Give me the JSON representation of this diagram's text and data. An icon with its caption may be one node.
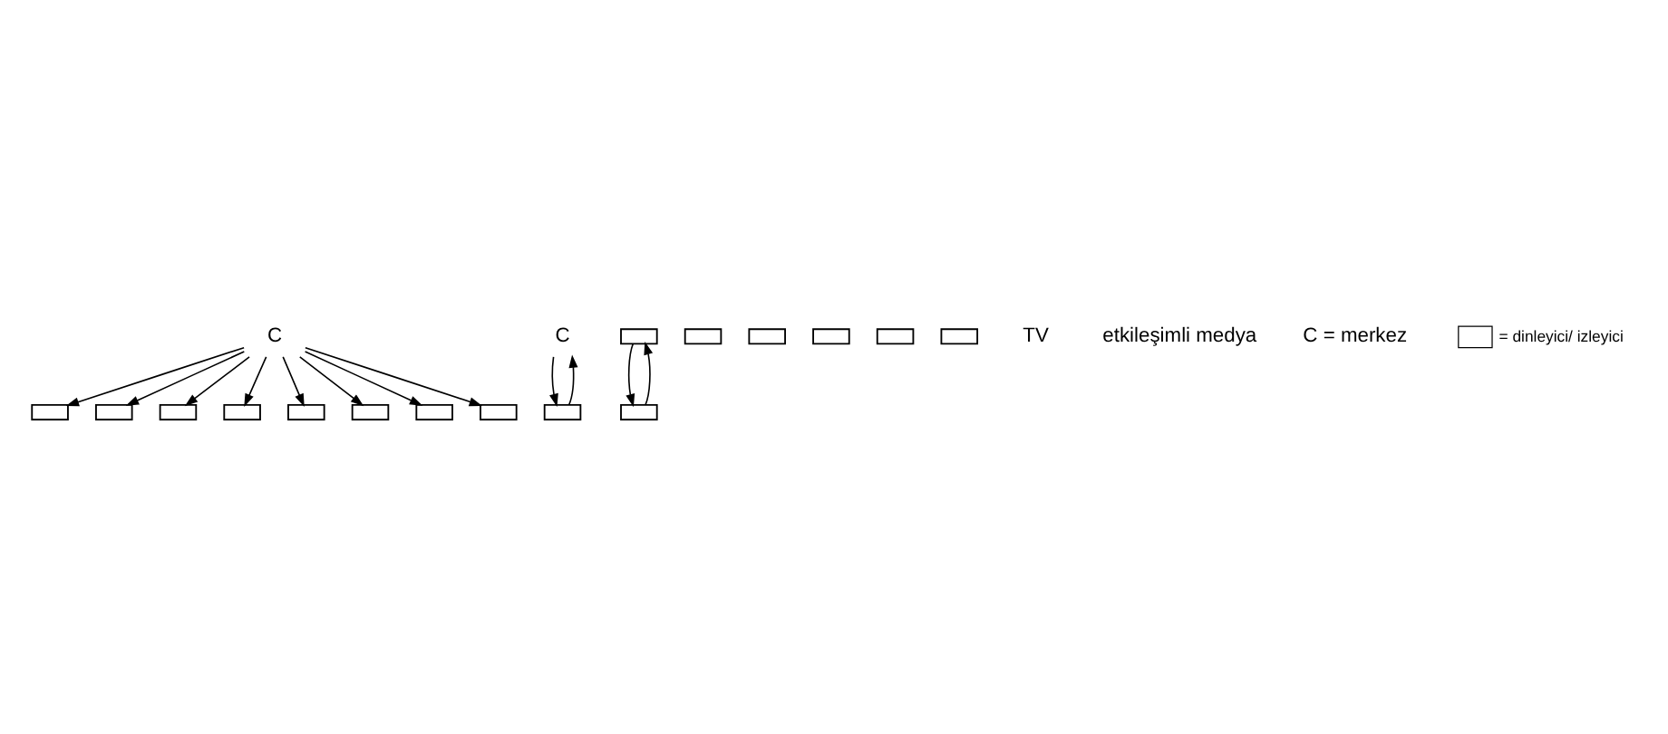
{
  "diagram": {
    "nodes": [
      {
        "text": [
          "C"
        ]
      },
      {
        "text": [],
        "shape": "box"
      },
      {
        "text": [],
        "shape": "box"
      },
      {
        "text": [],
        "shape": "box"
      },
      {
        "text": [],
        "shape": "box"
      },
      {
        "text": [],
        "shape": "box"
      },
      {
        "text": [],
        "shape": "box"
      },
      {
        "text": [],
        "shape": "box"
      },
      {
        "text": [],
        "shape": "box"
      },
      {
        "text": [
          "C"
        ]
      },
      {
        "text": [],
        "shape": "box"
      },
      {
        "text": [],
        "shape": "box"
      },
      {
        "text": [],
        "shape": "box"
      },
      {
        "text": [],
        "shape": "box"
      },
      {
        "text": [],
        "shape": "box"
      },
      {
        "text": [],
        "shape": "box"
      },
      {
        "text": [],
        "shape": "box"
      },
      {
        "text": [],
        "shape": "box"
      }
    ],
    "edges": [
      {
        "from": 0,
        "to": 1,
        "arrow": "to"
      },
      {
        "from": 0,
        "to": 2,
        "arrow": "to"
      },
      {
        "from": 0,
        "to": 3,
        "arrow": "to"
      },
      {
        "from": 0,
        "to": 4,
        "arrow": "to"
      },
      {
        "from": 0,
        "to": 5,
        "arrow": "to"
      },
      {
        "from": 0,
        "to": 6,
        "arrow": "to"
      },
      {
        "from": 0,
        "to": 7,
        "arrow": "to"
      },
      {
        "from": 0,
        "to": 8,
        "arrow": "to"
      },
      {
        "from": 15,
        "to": 10,
        "arrow": "to"
      },
      {
        "from": 10,
        "to": 15,
        "arrow": "to"
      },
      {
        "from": 9,
        "to": 14,
        "arrow": "to"
      },
      {
        "from": 14,
        "to": 9,
        "arrow": "to"
      }
    ],
    "labels": [
      "TV",
      "etkileşimli medya",
      "C = merkez"
    ],
    "legend": [
      {
        "text": "= dinleyici/ izleyici"
      }
    ]
  }
}
